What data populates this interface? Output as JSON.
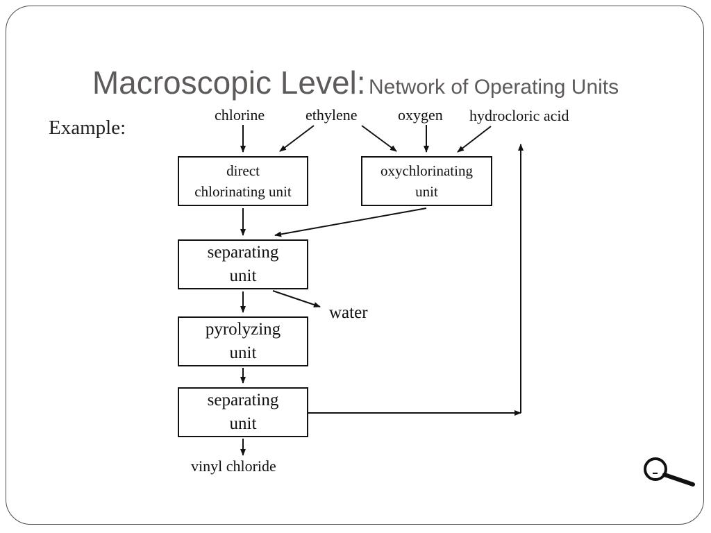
{
  "slide": {
    "title_main": "Macroscopic Level:",
    "title_sub": "Network of Operating Units",
    "example_label": "Example:"
  },
  "inputs": {
    "chlorine": "chlorine",
    "ethylene": "ethylene",
    "oxygen": "oxygen",
    "hydrochloric_acid": "hydrocloric acid"
  },
  "units": {
    "direct_chlorinating": "direct\nchlorinating unit",
    "oxychlorinating": "oxychlorinating\nunit",
    "separating_1": "separating\nunit",
    "pyrolyzing": "pyrolyzing\nunit",
    "separating_2": "separating\nunit"
  },
  "outputs": {
    "water": "water",
    "vinyl_chloride": "vinyl chloride"
  },
  "icons": {
    "zoom": "zoom-out-magnifier-icon"
  }
}
